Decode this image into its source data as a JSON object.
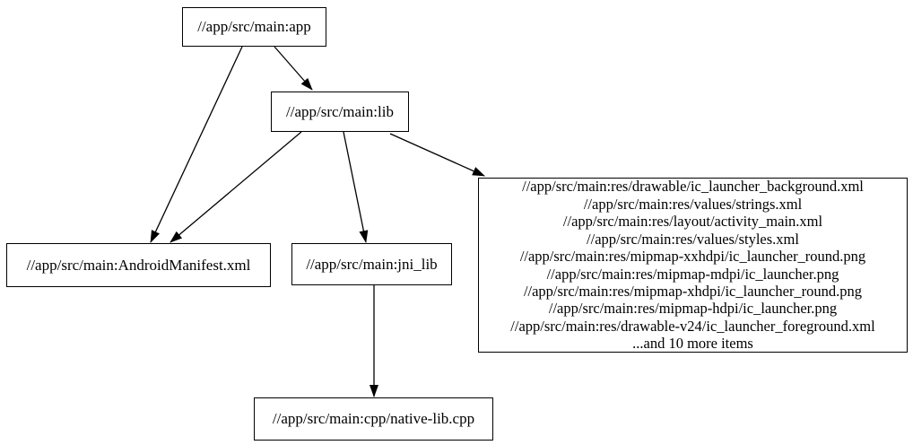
{
  "diagram": {
    "type": "dependency-graph",
    "colors": {
      "background": "#ffffff",
      "node_border": "#000000",
      "node_fill": "#ffffff",
      "text": "#000000",
      "edge": "#000000"
    },
    "nodes": {
      "app": {
        "label": "//app/src/main:app"
      },
      "lib": {
        "label": "//app/src/main:lib"
      },
      "manifest": {
        "label": "//app/src/main:AndroidManifest.xml"
      },
      "jni_lib": {
        "label": "//app/src/main:jni_lib"
      },
      "native_lib": {
        "label": "//app/src/main:cpp/native-lib.cpp"
      },
      "resources": {
        "lines": [
          "//app/src/main:res/drawable/ic_launcher_background.xml",
          "//app/src/main:res/values/strings.xml",
          "//app/src/main:res/layout/activity_main.xml",
          "//app/src/main:res/values/styles.xml",
          "//app/src/main:res/mipmap-xxhdpi/ic_launcher_round.png",
          "//app/src/main:res/mipmap-mdpi/ic_launcher.png",
          "//app/src/main:res/mipmap-xhdpi/ic_launcher_round.png",
          "//app/src/main:res/mipmap-hdpi/ic_launcher.png",
          "//app/src/main:res/drawable-v24/ic_launcher_foreground.xml",
          "...and 10 more items"
        ]
      }
    },
    "edges": [
      {
        "from": "app",
        "to": "lib"
      },
      {
        "from": "app",
        "to": "manifest"
      },
      {
        "from": "lib",
        "to": "manifest"
      },
      {
        "from": "lib",
        "to": "jni_lib"
      },
      {
        "from": "lib",
        "to": "resources"
      },
      {
        "from": "jni_lib",
        "to": "native_lib"
      }
    ]
  }
}
